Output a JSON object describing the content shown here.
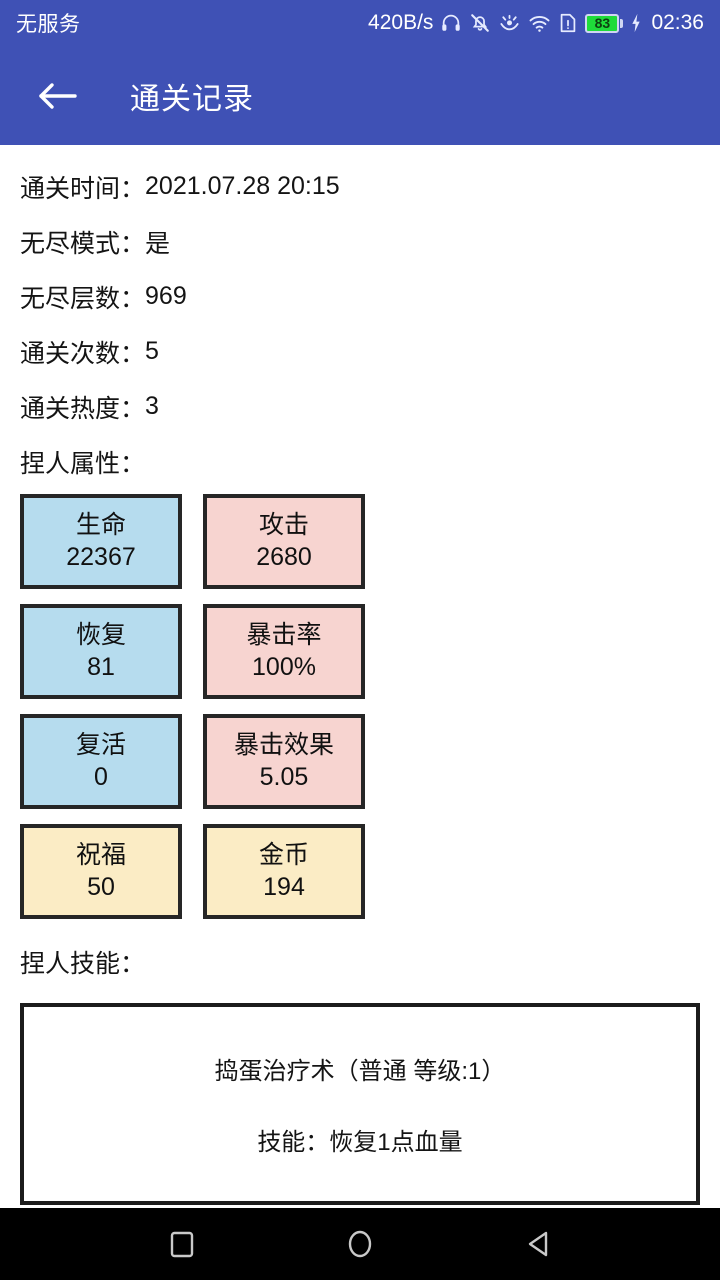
{
  "statusbar": {
    "carrier": "无服务",
    "network_speed": "420B/s",
    "battery_level": "83",
    "clock": "02:36",
    "icons": [
      "headphones-icon",
      "mute-bell-icon",
      "eye-comfort-icon",
      "wifi-icon",
      "sim-card-alert-icon",
      "battery-icon",
      "charging-bolt-icon"
    ]
  },
  "appbar": {
    "back_icon": "back-arrow-icon",
    "title": "通关记录"
  },
  "info": [
    {
      "label": "通关时间：",
      "value": "2021.07.28 20:15"
    },
    {
      "label": "无尽模式：",
      "value": "是"
    },
    {
      "label": "无尽层数：",
      "value": "969"
    },
    {
      "label": "通关次数：",
      "value": "5"
    },
    {
      "label": "通关热度：",
      "value": "3"
    }
  ],
  "attributes": {
    "section_title": "捏人属性：",
    "rows": [
      [
        {
          "name": "生命",
          "value": "22367",
          "color": "#b6dcee"
        },
        {
          "name": "攻击",
          "value": "2680",
          "color": "#f7d4d0"
        }
      ],
      [
        {
          "name": "恢复",
          "value": "81",
          "color": "#b6dcee"
        },
        {
          "name": "暴击率",
          "value": "100%",
          "color": "#f7d4d0"
        }
      ],
      [
        {
          "name": "复活",
          "value": "0",
          "color": "#b6dcee"
        },
        {
          "name": "暴击效果",
          "value": "5.05",
          "color": "#f7d4d0"
        }
      ],
      [
        {
          "name": "祝福",
          "value": "50",
          "color": "#fbecc5"
        },
        {
          "name": "金币",
          "value": "194",
          "color": "#fbecc5"
        }
      ]
    ]
  },
  "skills": {
    "section_title": "捏人技能：",
    "items": [
      {
        "title": "捣蛋治疗术（普通 等级:1）",
        "desc": "技能：恢复1点血量"
      }
    ]
  },
  "navbar": {
    "recents_icon": "square-recents-icon",
    "home_icon": "circle-home-icon",
    "back_icon": "triangle-back-icon"
  },
  "colors": {
    "accent": "#3F51B5",
    "card_border": "#262626",
    "text": "#141414"
  }
}
